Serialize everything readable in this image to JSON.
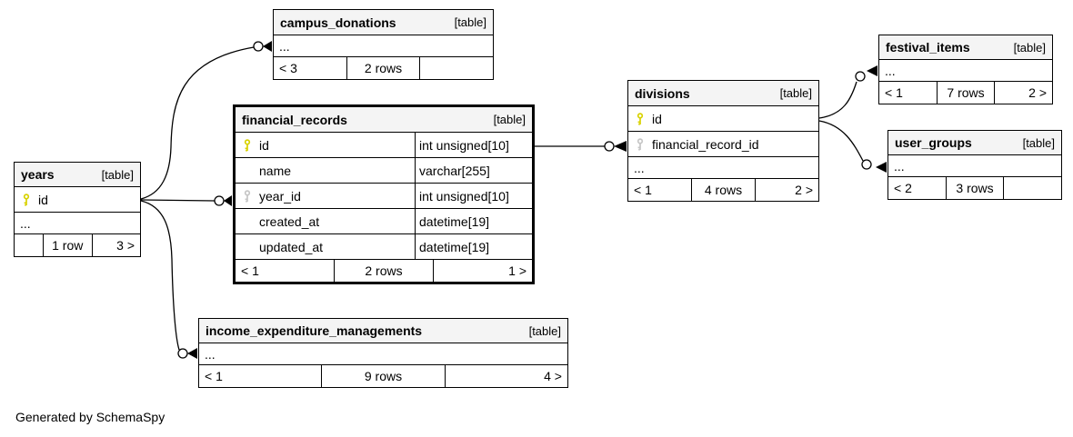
{
  "note": "Generated by SchemaSpy",
  "colors": {
    "primary_key": "#d8d200",
    "foreign_key": "#c6c6c6",
    "header_bg": "#f4f4f4",
    "border": "#000000",
    "background": "#ffffff"
  },
  "tables": {
    "campus_donations": {
      "name": "campus_donations",
      "badge": "[table]",
      "ellipsis": "...",
      "footer": {
        "left": "< 3",
        "center": "2 rows",
        "right": ""
      }
    },
    "financial_records": {
      "name": "financial_records",
      "badge": "[table]",
      "columns": [
        {
          "name": "id",
          "type": "int unsigned[10]",
          "key": "primary"
        },
        {
          "name": "name",
          "type": "varchar[255]",
          "key": ""
        },
        {
          "name": "year_id",
          "type": "int unsigned[10]",
          "key": "foreign"
        },
        {
          "name": "created_at",
          "type": "datetime[19]",
          "key": ""
        },
        {
          "name": "updated_at",
          "type": "datetime[19]",
          "key": ""
        }
      ],
      "footer": {
        "left": "< 1",
        "center": "2 rows",
        "right": "1 >"
      }
    },
    "years": {
      "name": "years",
      "badge": "[table]",
      "columns": [
        {
          "name": "id",
          "key": "primary"
        }
      ],
      "ellipsis": "...",
      "footer": {
        "left": "",
        "center": "1 row",
        "right": "3 >"
      }
    },
    "divisions": {
      "name": "divisions",
      "badge": "[table]",
      "columns": [
        {
          "name": "id",
          "key": "primary"
        },
        {
          "name": "financial_record_id",
          "key": "foreign"
        }
      ],
      "ellipsis": "...",
      "footer": {
        "left": "< 1",
        "center": "4 rows",
        "right": "2 >"
      }
    },
    "festival_items": {
      "name": "festival_items",
      "badge": "[table]",
      "ellipsis": "...",
      "footer": {
        "left": "< 1",
        "center": "7 rows",
        "right": "2 >"
      }
    },
    "user_groups": {
      "name": "user_groups",
      "badge": "[table]",
      "ellipsis": "...",
      "footer": {
        "left": "< 2",
        "center": "3 rows",
        "right": ""
      }
    },
    "income_expenditure_managements": {
      "name": "income_expenditure_managements",
      "badge": "[table]",
      "ellipsis": "...",
      "footer": {
        "left": "< 1",
        "center": "9 rows",
        "right": "4 >"
      }
    }
  }
}
